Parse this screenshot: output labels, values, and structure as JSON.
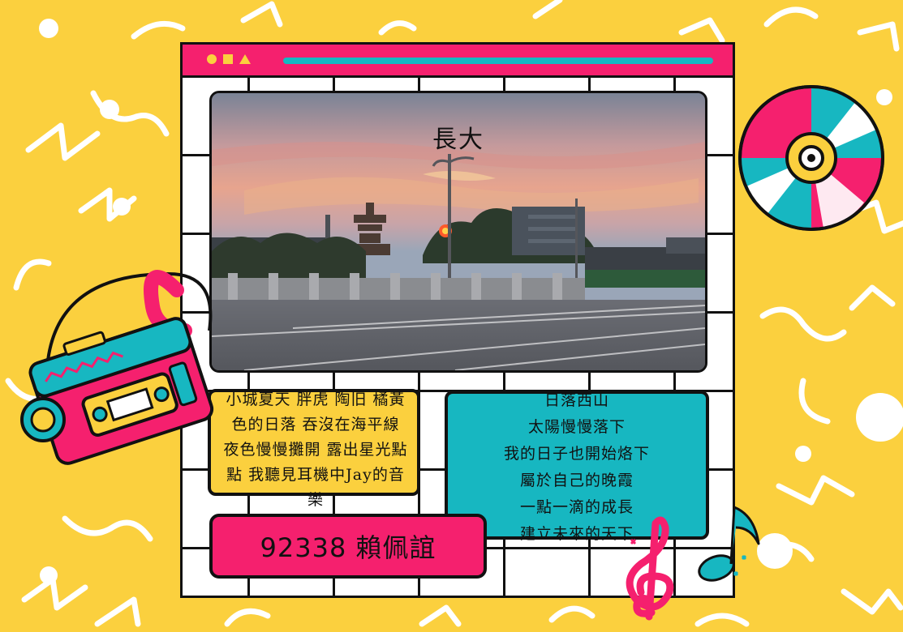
{
  "title": "長大",
  "poem_left": [
    "小城夏天 胖虎 陶旧 橘黃",
    "色的日落 吞沒在海平線",
    "夜色慢慢攤開 露出星光點",
    "點 我聽見耳機中Jay的音",
    "樂"
  ],
  "poem_right": [
    "日落西山",
    "太陽慢慢落下",
    "我的日子也開始烙下",
    "屬於自己的晚霞",
    "一點一滴的成長",
    "建立未來的天下"
  ],
  "author": "92338 賴佩誼",
  "icons": {
    "window_controls": [
      "circle-icon",
      "square-icon",
      "triangle-icon"
    ],
    "decorations": [
      "cassette-player-icon",
      "headphones-icon",
      "cd-disc-icon",
      "treble-clef-icon",
      "music-note-icon"
    ]
  },
  "colors": {
    "background": "#fbd03e",
    "pink": "#f5206e",
    "teal": "#17b7c1",
    "outline": "#111111"
  }
}
